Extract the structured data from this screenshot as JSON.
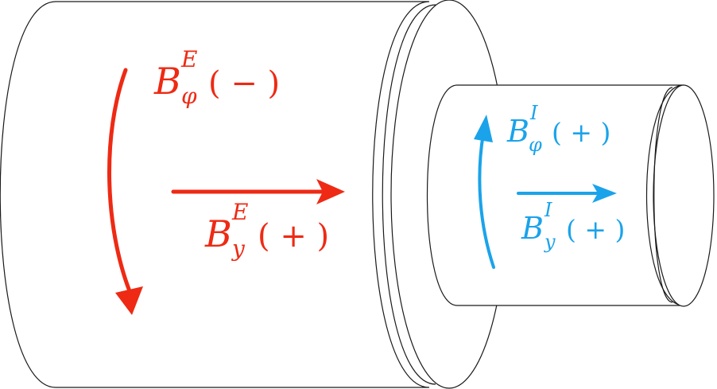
{
  "colors": {
    "exterior": "#ee2a14",
    "interior": "#1aa3ea",
    "outline": "#1a1a1a"
  },
  "labels": {
    "ext_phi": {
      "base": "B",
      "sup": "E",
      "sub": "φ",
      "sign": "( − )"
    },
    "ext_y": {
      "base": "B",
      "sup": "E",
      "sub": "y",
      "sign": "( + )"
    },
    "int_phi": {
      "base": "B",
      "sup": "I",
      "sub": "φ",
      "sign": "( + )"
    },
    "int_y": {
      "base": "B",
      "sup": "I",
      "sub": "y",
      "sign": "( + )"
    }
  }
}
